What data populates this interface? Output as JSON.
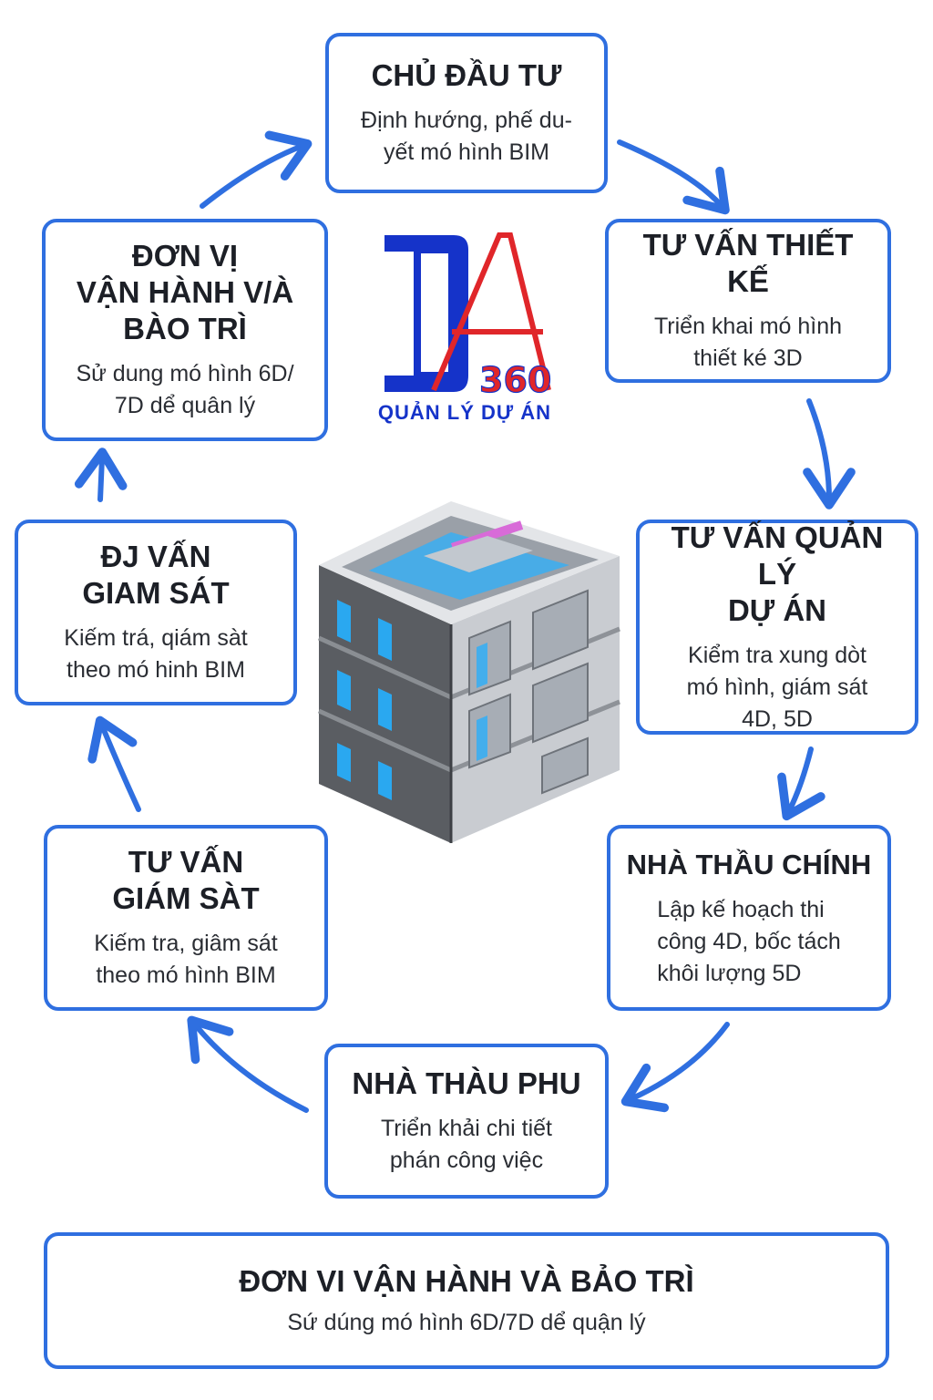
{
  "logo": {
    "mark": "DA",
    "badge": "360",
    "caption": "QUẢN LÝ DỰ ÁN"
  },
  "nodes": {
    "chu_dau_tu": {
      "title": "CHỦ ĐẦU TƯ",
      "desc": "Định hướng, phế du-\nyết mó hình BIM"
    },
    "tu_van_thiet_ke": {
      "title": "TƯ VẤN THIẾT KẾ",
      "desc": "Triển khai mó hình\nthiết ké 3D"
    },
    "tu_van_quan_ly": {
      "title": "TƯ VẤN QUẢN LÝ\nDỰ ÁN",
      "desc": "Kiểm tra xung dòt\nmó hình, giám sát\n4D, 5D"
    },
    "nha_thau_chinh": {
      "title": "NHÀ THẦU CHÍNH",
      "desc": "Lập kế hoạch thi\ncông 4D, bốc tách\nkhôi lượng 5D"
    },
    "nha_thau_phu": {
      "title": "NHÀ THÀU PHU",
      "desc": "Triển khải chi tiết\nphán công việc"
    },
    "tu_van_giam_sat": {
      "title": "TƯ VẤN\nGIÁM SÀT",
      "desc": "Kiếm tra, giâm sát\ntheo mó hình BIM"
    },
    "dj_van_giam_sat": {
      "title": "ĐJ VẤN\nGIAM SÁT",
      "desc": "Kiếm trá, qiám sàt\ntheo mó hinh BIM"
    },
    "don_vi_van_hanh_top": {
      "title": "ĐƠN VỊ\nVẬN HÀNH V/À\nBÀO TRÌ",
      "desc": "Sử dung mó hình  6D/\n7D dể quân lý"
    },
    "don_vi_van_hanh_bottom": {
      "title": "ĐƠN VI VẬN HÀNH VÀ BẢO TRÌ",
      "desc": "Sứ dúng mó hình 6D/7D dể quận lý"
    }
  },
  "colors": {
    "border": "#2f6fe0",
    "arrow": "#2f6fe0",
    "logo_blue": "#1533c9",
    "logo_red": "#e0262a",
    "glass": "#2aa8f0"
  }
}
